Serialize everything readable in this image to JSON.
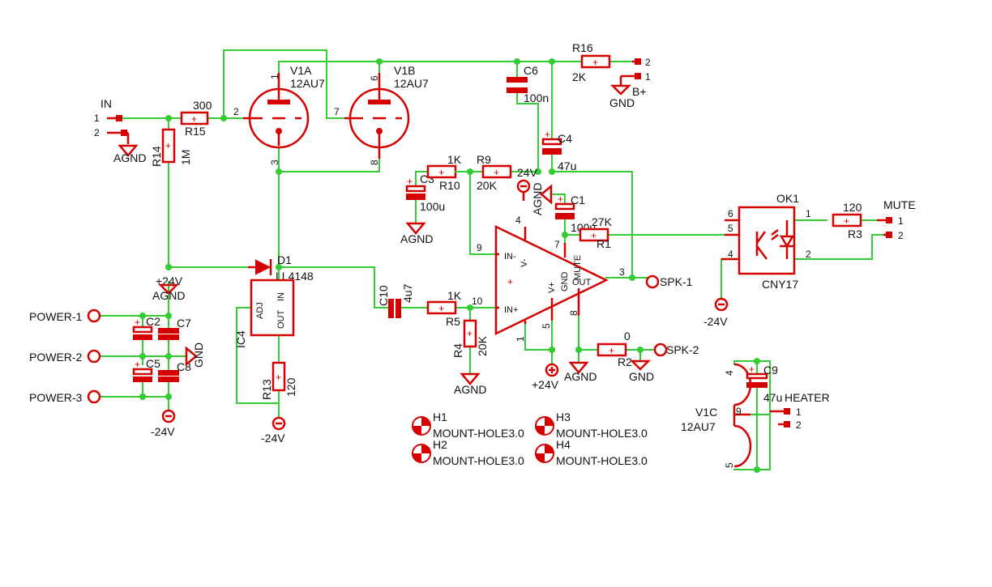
{
  "colors": {
    "wire": "#33cc33",
    "part": "#d60000",
    "text": "#111111"
  },
  "connectors": {
    "in": {
      "name": "IN",
      "pin1": "1",
      "pin2": "2"
    },
    "bplus": {
      "name": "B+",
      "pin2": "2",
      "pin1": "1",
      "res_name": "R16",
      "res_value": "2K"
    },
    "mute": {
      "name": "MUTE",
      "pin1": "1",
      "pin2": "2"
    },
    "heater": {
      "name": "HEATER",
      "pin1": "1",
      "pin2": "2"
    }
  },
  "tubes": {
    "v1a": {
      "name": "V1A",
      "type": "12AU7",
      "pin_anode": "1",
      "pin_grid": "2",
      "pin_cathode": "3"
    },
    "v1b": {
      "name": "V1B",
      "type": "12AU7",
      "pin_anode": "6",
      "pin_grid": "7",
      "pin_cathode": "8"
    },
    "v1c": {
      "name": "V1C",
      "type": "12AU7",
      "pin_a": "4",
      "pin_b": "9",
      "pin_c": "5"
    }
  },
  "resistors": {
    "r15": {
      "name": "R15",
      "value": "300"
    },
    "r14": {
      "name": "R14",
      "value": "1M"
    },
    "r10": {
      "name": "R10",
      "value": "1K"
    },
    "r9": {
      "name": "R9",
      "value": "20K"
    },
    "r1": {
      "name": "R1",
      "value": "27K"
    },
    "r5": {
      "name": "R5",
      "value": "1K"
    },
    "r4": {
      "name": "R4",
      "value": "20K"
    },
    "r2": {
      "name": "R2",
      "value": "0"
    },
    "r13": {
      "name": "R13",
      "value": "120"
    },
    "r3": {
      "name": "R3",
      "value": "120"
    }
  },
  "capacitors": {
    "c6": {
      "name": "C6",
      "value": "100n"
    },
    "c4": {
      "name": "C4",
      "value": "47u"
    },
    "c3": {
      "name": "C3",
      "value": "100u"
    },
    "c1": {
      "name": "C1",
      "value": "100u"
    },
    "c10": {
      "name": "C10",
      "value": "4u7"
    },
    "c9": {
      "name": "C9",
      "value": "47u"
    },
    "c2": {
      "name": "C2"
    },
    "c7": {
      "name": "C7"
    },
    "c5": {
      "name": "C5"
    },
    "c8": {
      "name": "C8"
    }
  },
  "diode": {
    "name": "D1",
    "type": "LL4148"
  },
  "regulator": {
    "name": "IC4",
    "pin_adj": "ADJ",
    "pin_in": "IN",
    "pin_out": "OUT"
  },
  "amplifier": {
    "pin_in_minus": "IN-",
    "pin_in_plus": "IN+",
    "pin_out": "OUT",
    "pin_mute": "MUTE",
    "pin_vplus": "V+",
    "pin_vminus": "V-",
    "pin_gnd": "GND",
    "num4": "4",
    "num9": "9",
    "num7": "7",
    "num3": "3",
    "num10": "10",
    "num8": "8",
    "num5": "5",
    "num1": "1"
  },
  "optocoupler": {
    "name": "OK1",
    "type": "CNY17",
    "p6": "6",
    "p5": "5",
    "p4": "4",
    "p1": "1",
    "p2": "2"
  },
  "power": {
    "agnd": "AGND",
    "gnd": "GND",
    "plus24": "+24V",
    "minus24": "-24V",
    "plus24_short": "24V",
    "power1": "POWER-1",
    "power2": "POWER-2",
    "power3": "POWER-3"
  },
  "speakers": {
    "spk1": "SPK-1",
    "spk2": "SPK-2"
  },
  "holes": [
    {
      "name": "H1",
      "type": "MOUNT-HOLE3.0"
    },
    {
      "name": "H2",
      "type": "MOUNT-HOLE3.0"
    },
    {
      "name": "H3",
      "type": "MOUNT-HOLE3.0"
    },
    {
      "name": "H4",
      "type": "MOUNT-HOLE3.0"
    }
  ]
}
